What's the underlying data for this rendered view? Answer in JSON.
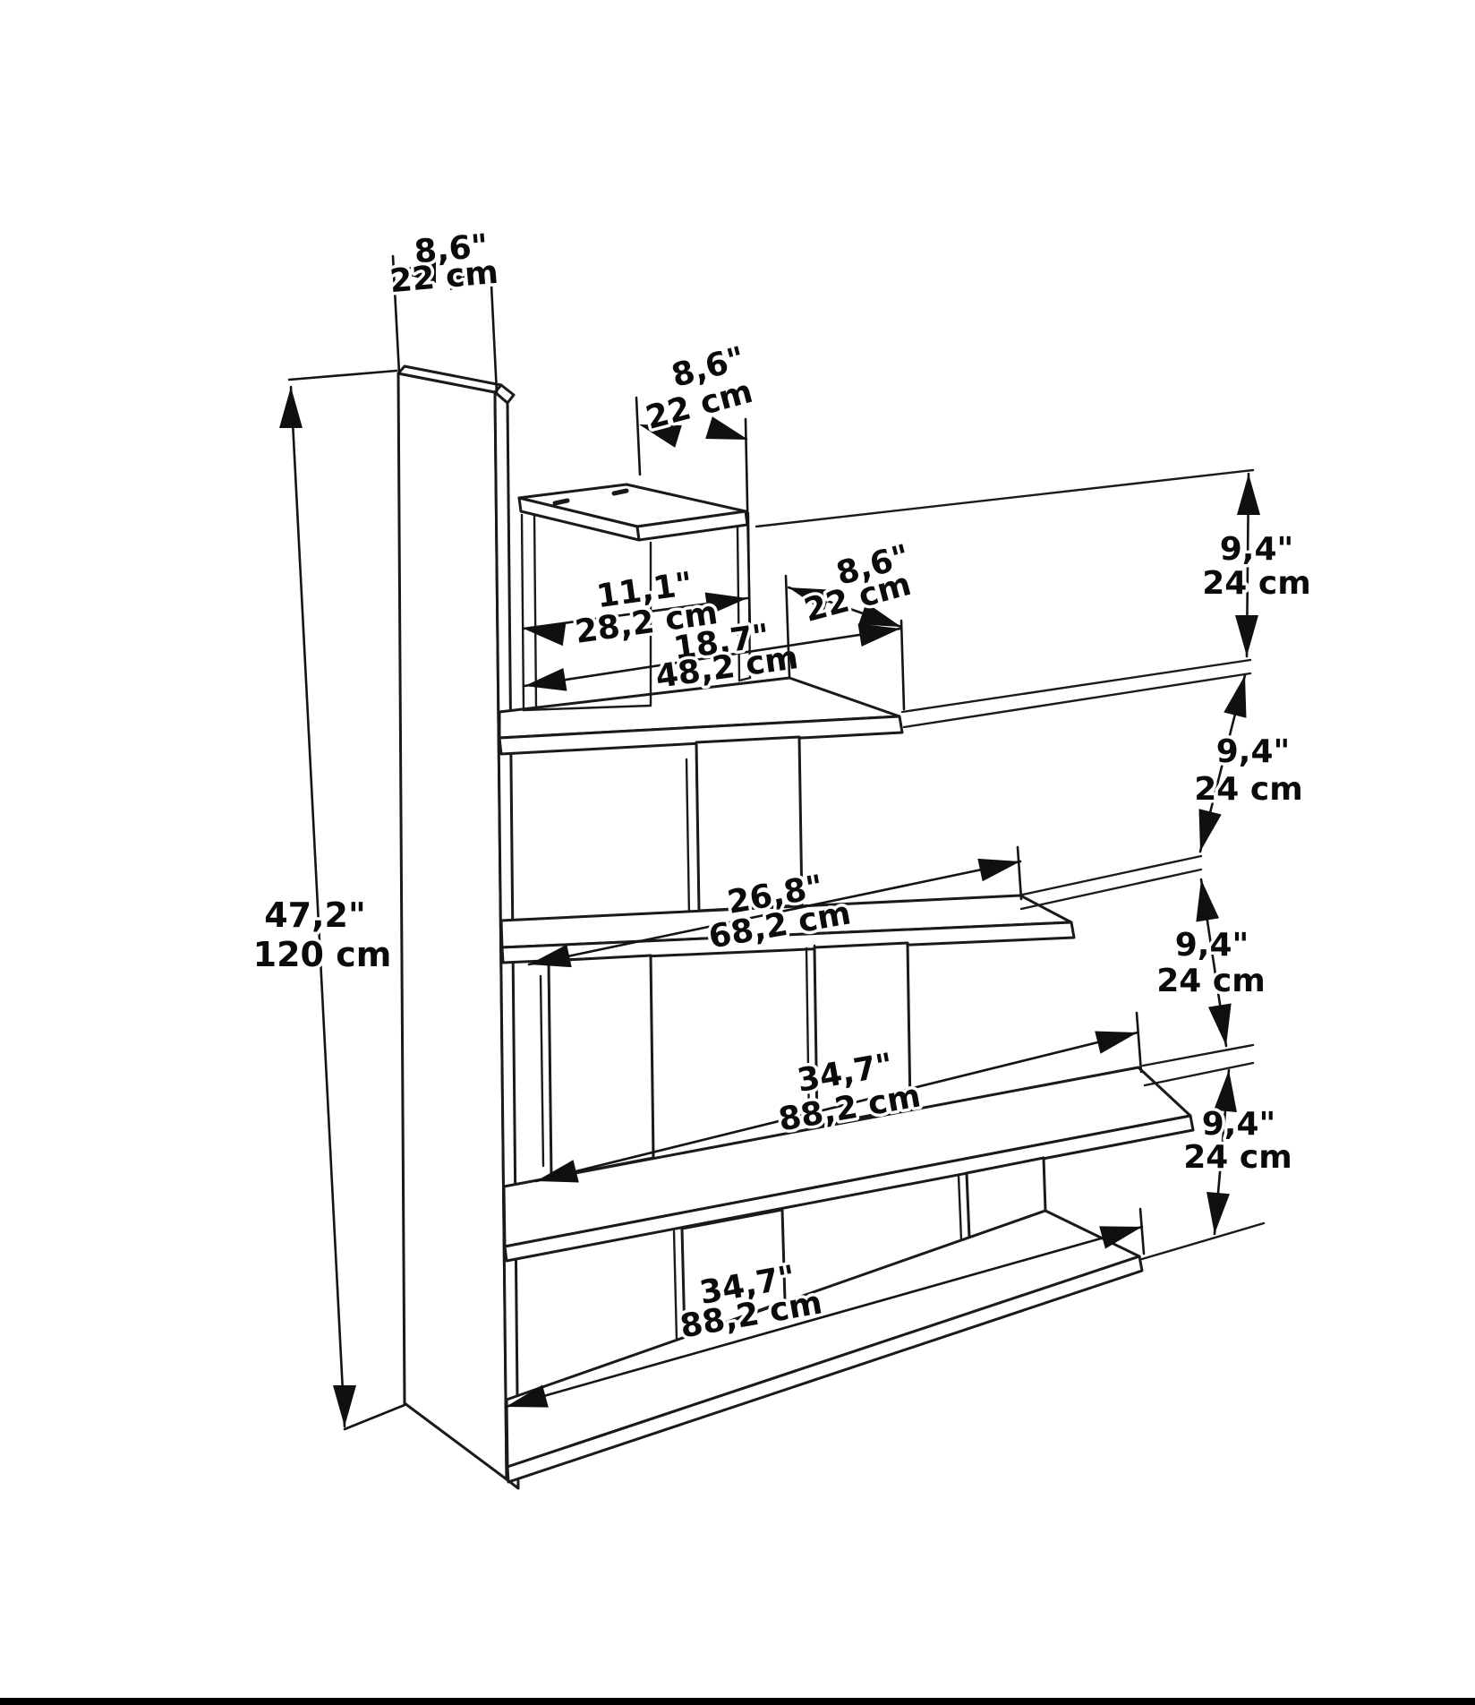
{
  "diagram": {
    "kind": "furniture-dimension-drawing",
    "subject": "stepped bookshelf with side panel, four shelves and top cube",
    "line_color": "#1a1a1a",
    "background": "#ffffff",
    "units_shown": [
      "inches",
      "centimeters"
    ]
  },
  "dims": {
    "panel_top_depth": {
      "in": "8,6\"",
      "cm": "22 cm"
    },
    "top_shelf_width": {
      "in": "8,6\"",
      "cm": "22 cm"
    },
    "top_box_width": {
      "in": "11,1\"",
      "cm": "28,2 cm"
    },
    "shelf2_width": {
      "in": "18,7\"",
      "cm": "48,2 cm"
    },
    "shelf_depth": {
      "in": "8,6\"",
      "cm": "22 cm"
    },
    "height_total": {
      "in": "47,2\"",
      "cm": "120 cm"
    },
    "shelf3_width": {
      "in": "26,8\"",
      "cm": "68,2 cm"
    },
    "shelf4_width": {
      "in": "34,7\"",
      "cm": "88,2 cm"
    },
    "bottom_shelf_width": {
      "in": "34,7\"",
      "cm": "88,2 cm"
    },
    "gap1": {
      "in": "9,4\"",
      "cm": "24 cm"
    },
    "gap2": {
      "in": "9,4\"",
      "cm": "24 cm"
    },
    "gap3": {
      "in": "9,4\"",
      "cm": "24 cm"
    },
    "gap4": {
      "in": "9,4\"",
      "cm": "24 cm"
    }
  }
}
